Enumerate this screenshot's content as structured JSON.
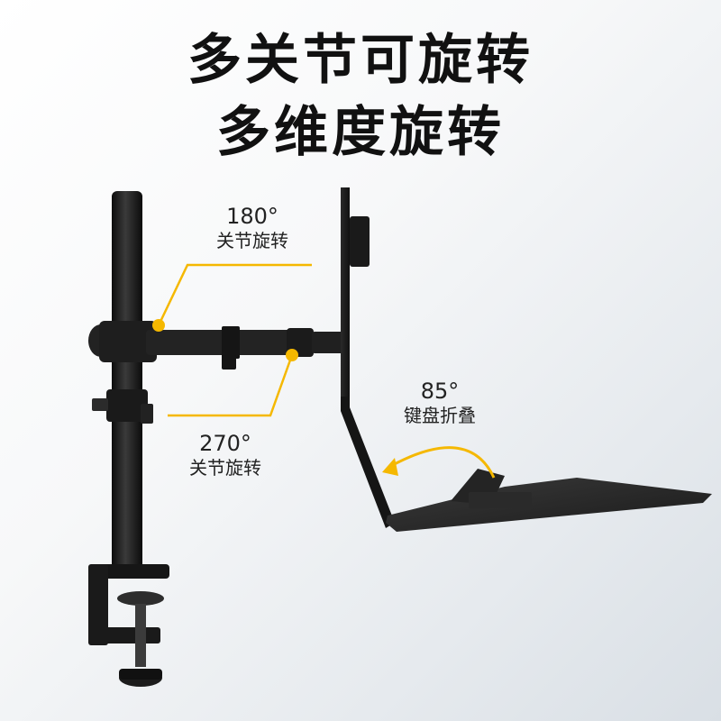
{
  "headline": {
    "line1": "多关节可旋转",
    "line2": "多维度旋转"
  },
  "annotations": {
    "joint_180": {
      "degree": "180°",
      "label": "关节旋转"
    },
    "joint_270": {
      "degree": "270°",
      "label": "关节旋转"
    },
    "keyboard_85": {
      "degree": "85°",
      "label": "键盘折叠"
    }
  },
  "colors": {
    "accent": "#f5b800",
    "metal": "#1c1c1c",
    "text": "#111111"
  },
  "icons": [
    "monitor-arm-illustration",
    "rotation-arrow-icon",
    "joint-marker-icon"
  ]
}
